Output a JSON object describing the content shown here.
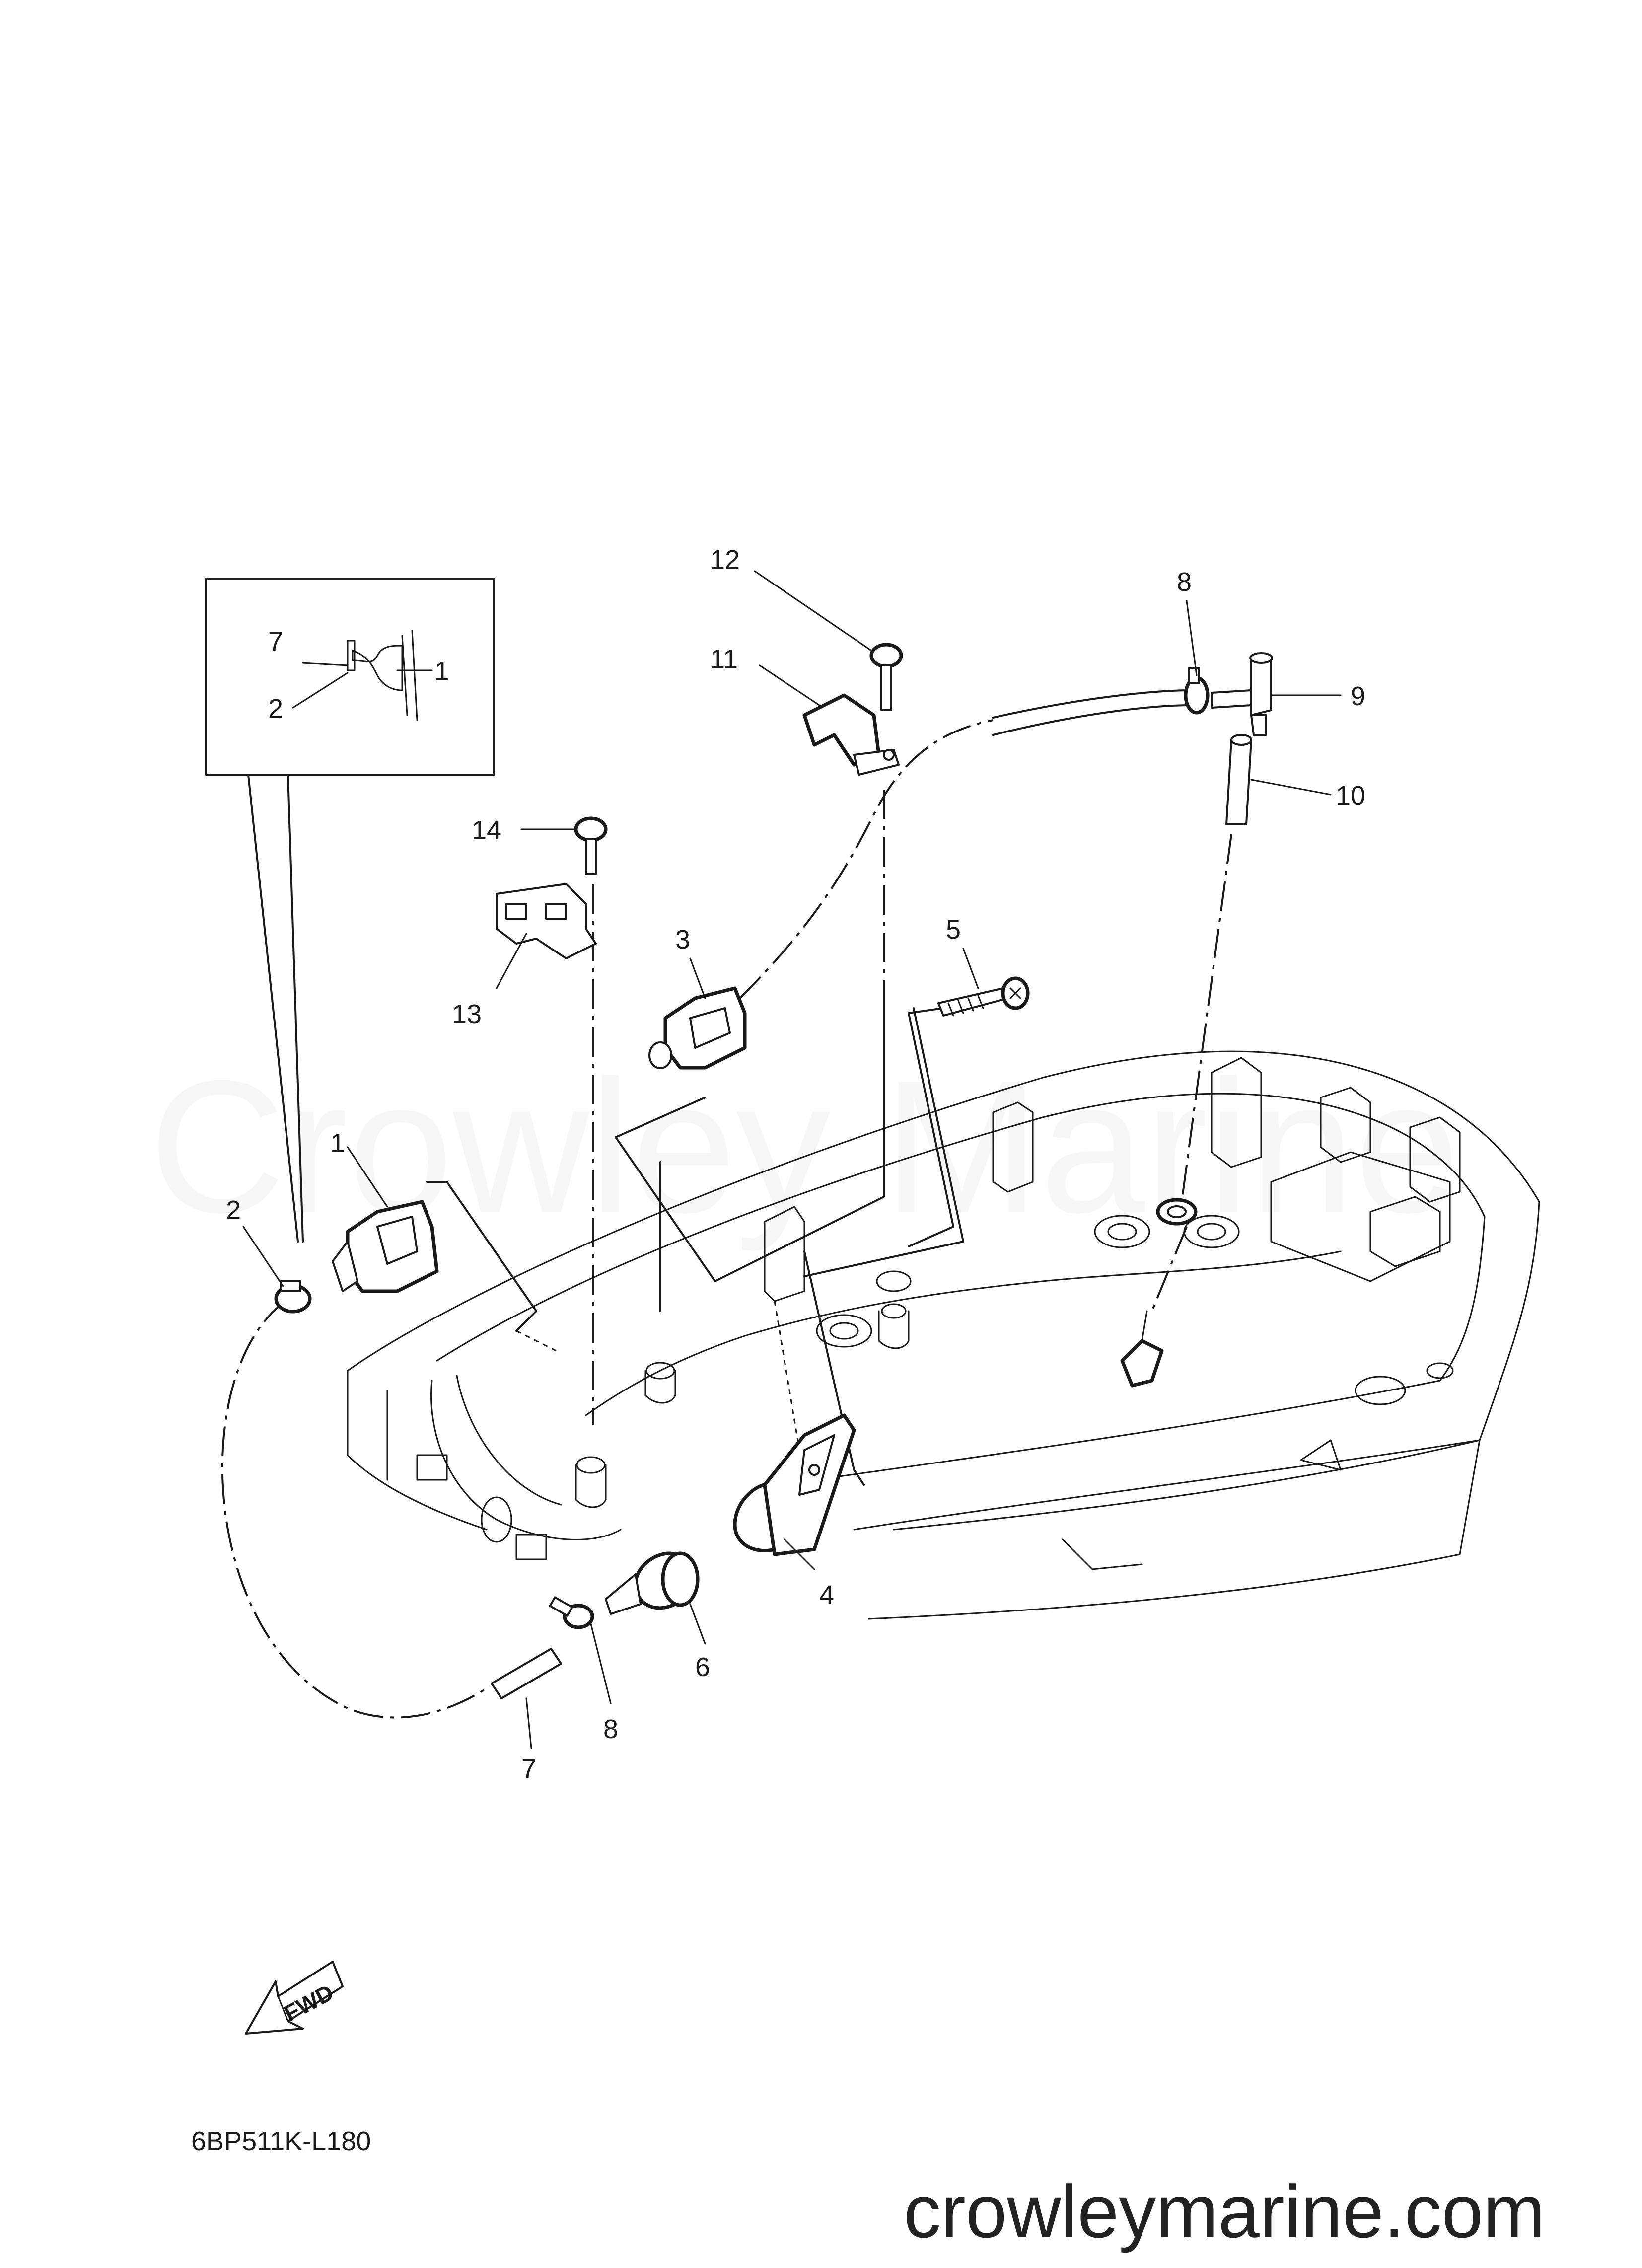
{
  "watermark": "Crowley Marine",
  "website": "crowleymarine.com",
  "diagram_code": "6BP511K-L180",
  "fwd_label": "FWD",
  "inset_labels": [
    "7",
    "2",
    "1"
  ],
  "part_labels": {
    "p1": "1",
    "p2": "2",
    "p3": "3",
    "p4": "4",
    "p5": "5",
    "p6": "6",
    "p7": "7",
    "p8a": "8",
    "p8b": "8",
    "p9": "9",
    "p10": "10",
    "p11": "11",
    "p12": "12",
    "p13": "13",
    "p14": "14"
  }
}
